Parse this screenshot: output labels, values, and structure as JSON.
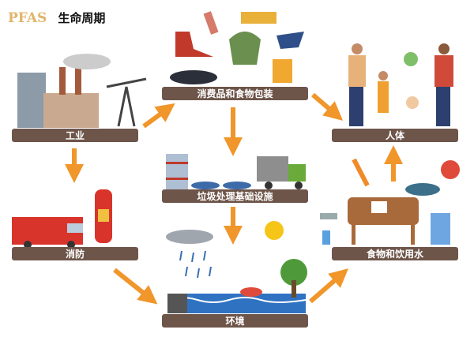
{
  "header": {
    "brand": "PFAS",
    "title": "生命周期"
  },
  "nodes": {
    "industry": "工业",
    "consumer": "消费品和食物包装",
    "human": "人体",
    "waste": "垃圾处理基础设施",
    "firefighting": "消防",
    "food_water": "食物和饮用水",
    "environment": "环境"
  },
  "colors": {
    "arrow": "#f0962a",
    "bar": "#6e554a",
    "brand": "#e0b56a"
  }
}
